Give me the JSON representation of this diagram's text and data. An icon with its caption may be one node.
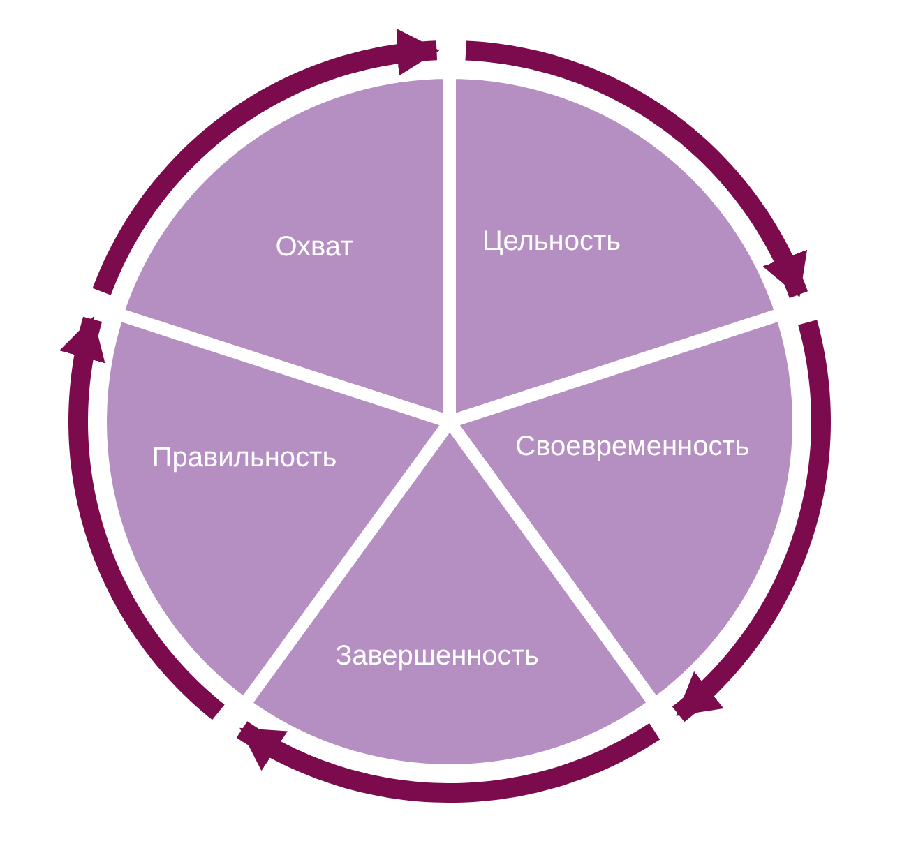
{
  "diagram": {
    "nodes": [
      {
        "text": [
          "Охват"
        ]
      },
      {
        "text": [
          "Цельность"
        ]
      },
      {
        "text": [
          "Своевременность"
        ]
      },
      {
        "text": [
          "Завершенность"
        ]
      },
      {
        "text": [
          "Правильность"
        ]
      }
    ]
  }
}
